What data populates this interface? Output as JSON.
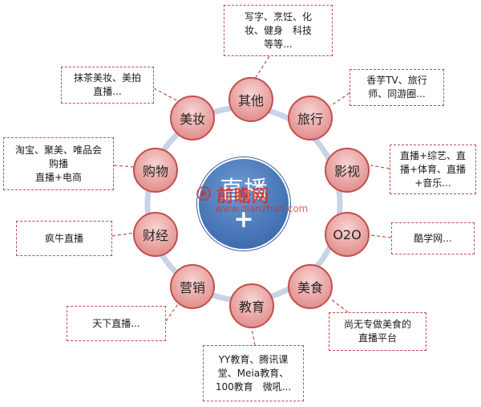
{
  "center": {
    "title": "直播",
    "plus": "+"
  },
  "watermark": {
    "title": "前瞻网",
    "url": "www.qianzhan.com"
  },
  "nodes": {
    "other": "其他",
    "travel": "旅行",
    "video": "影视",
    "o2o": "O2O",
    "food": "美食",
    "education": "教育",
    "marketing": "营销",
    "finance": "财经",
    "shopping": "购物",
    "makeup": "美妆"
  },
  "callouts": {
    "other": "写字、烹饪、化\n妆、健身　科技\n等等...",
    "travel": "香芋TV、旅行\n师、同游圈...",
    "video": "直播+综艺、直\n播+体育、直播\n+音乐...",
    "o2o": "酷学网...",
    "food": "尚无专做美食的\n直播平台",
    "education": "YY教育、腾讯课\n堂、Meia教育、\n100教育　微吼...",
    "marketing": "天下直播...",
    "finance": "疯牛直播",
    "shopping": "淘宝、聚美、唯品会\n购播\n直播+电商",
    "makeup": "抹茶美妆、美拍\n直播..."
  },
  "colors": {
    "node_fill": "#e9a3a2",
    "node_border": "#c0504d",
    "ring": "#c9d3e6",
    "center_fill": "#4a78b8",
    "callout_border": "#c0504d"
  }
}
